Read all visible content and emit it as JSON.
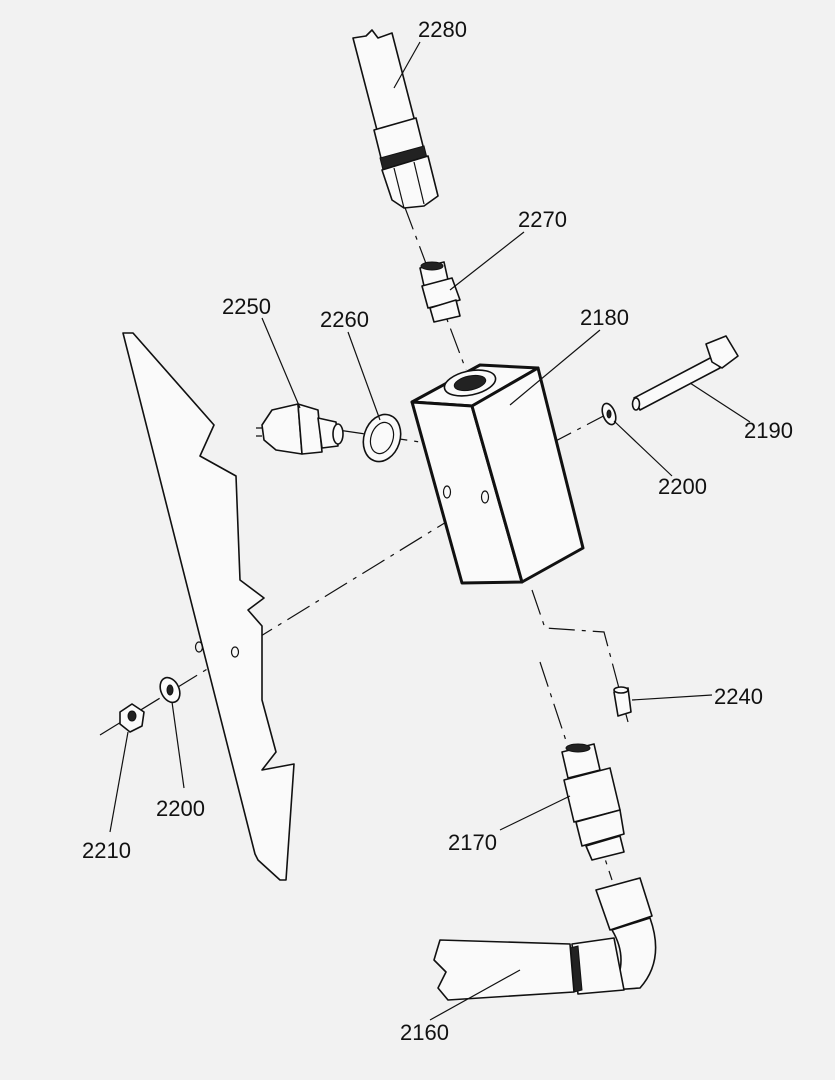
{
  "callouts": {
    "c2280": "2280",
    "c2270": "2270",
    "c2250": "2250",
    "c2260": "2260",
    "c2180": "2180",
    "c2190": "2190",
    "c2200_right": "2200",
    "c2240": "2240",
    "c2170": "2170",
    "c2160": "2160",
    "c2200_left": "2200",
    "c2210": "2210"
  }
}
